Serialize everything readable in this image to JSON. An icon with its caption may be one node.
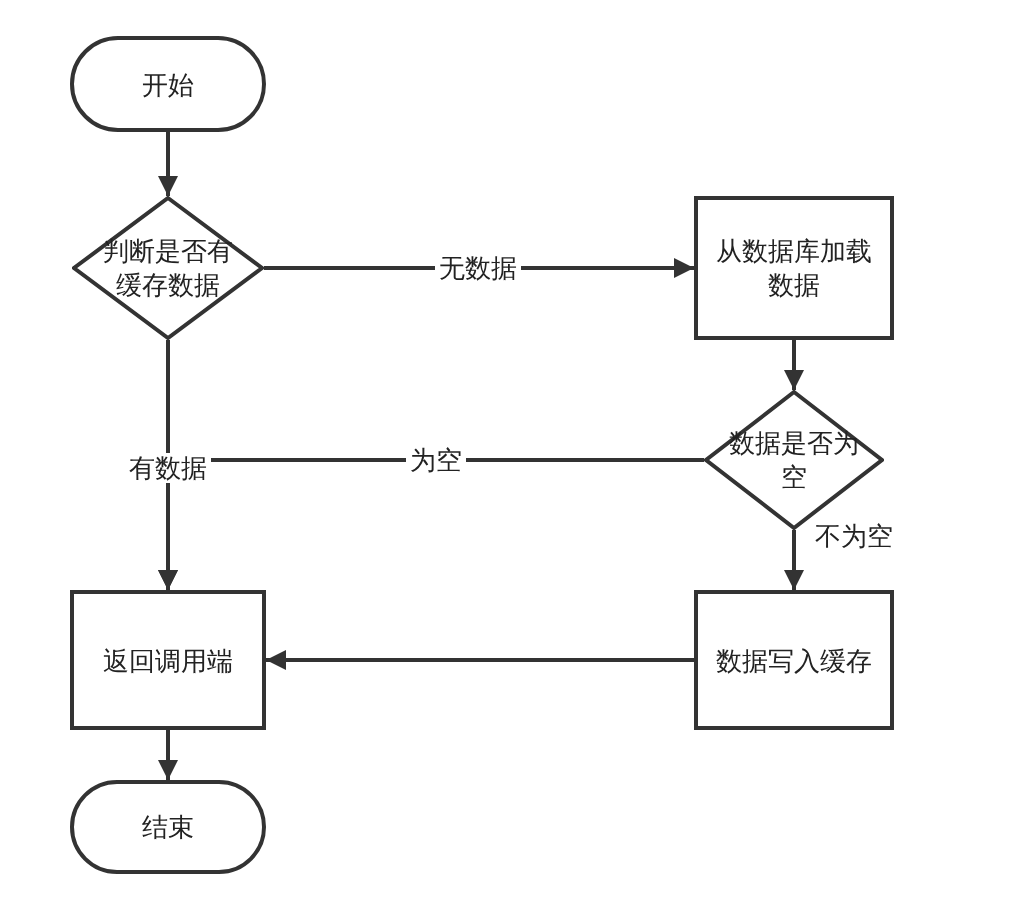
{
  "diagram": {
    "nodes": [
      {
        "text": [
          "开始"
        ]
      },
      {
        "text": [
          "判断是否有缓存数据"
        ]
      },
      {
        "text": [
          "从数据库加载数据"
        ]
      },
      {
        "text": [
          "数据是否为空"
        ]
      },
      {
        "text": [
          "数据写入缓存"
        ]
      },
      {
        "text": [
          "返回调用端"
        ]
      },
      {
        "text": [
          "结束"
        ]
      }
    ],
    "edges": [
      {
        "from": 0,
        "to": 1,
        "arrow": "to"
      },
      {
        "from": 1,
        "to": 2,
        "arrow": "to",
        "label": "无数据"
      },
      {
        "from": 1,
        "to": 5,
        "arrow": "to",
        "label": "有数据"
      },
      {
        "from": 2,
        "to": 3,
        "arrow": "to"
      },
      {
        "from": 3,
        "to": 5,
        "arrow": "to",
        "label": "为空"
      },
      {
        "from": 3,
        "to": 4,
        "arrow": "to",
        "label": "不为空"
      },
      {
        "from": 4,
        "to": 5,
        "arrow": "to"
      },
      {
        "from": 5,
        "to": 6,
        "arrow": "to"
      }
    ]
  }
}
